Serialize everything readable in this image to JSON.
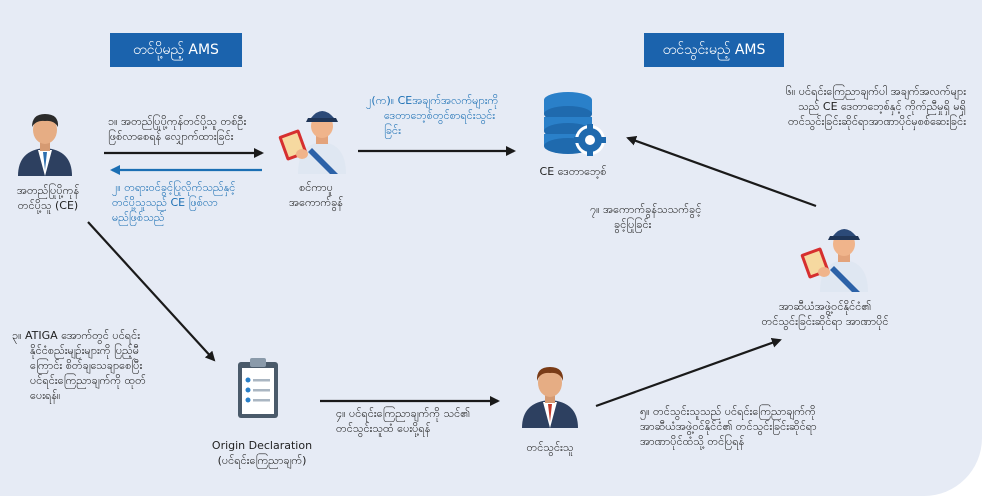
{
  "export_title": "တင်ပို့မည့် AMS",
  "import_title": "တင်သွင်းမည့် AMS",
  "nodes": {
    "exporter": [
      "အတည်ပြုပို့ကုန်",
      "တင်ပို့သူ (CE)"
    ],
    "issuing_authority": [
      "စင်ကာပူ",
      "အကောက်ခွန်"
    ],
    "ce_database": "CE ဒေတာဘေ့စ်",
    "origin_declaration": [
      "Origin Declaration",
      "(ပင်ရင်းကြေညာချက်)"
    ],
    "importer": "တင်သွင်းသူ",
    "import_customs": [
      "အာဆီယံအဖွဲ့ဝင်နိုင်ငံ၏",
      "တင်သွင်းခြင်းဆိုင်ရာ အာဏာပိုင်"
    ]
  },
  "steps": {
    "s1": [
      "၁။ အတည်ပြုပို့ကုန်တင်ပို့သူ တစ်ဦး",
      "ဖြစ်လာစေရန် လျှောက်ထားခြင်း"
    ],
    "s2b": [
      "၂။ တရားဝင်ခွင့်ပြုလိုက်သည်နှင့်",
      "တင်ပို့သူသည် CE ဖြစ်လာ",
      "မည်ဖြစ်သည်"
    ],
    "s2a": [
      "၂(က)။ CEအချက်အလက်များကို",
      "ဒေတာဘေ့စ်တွင်စာရင်းသွင်း",
      "ခြင်း"
    ],
    "s3": [
      "၃။ ATIGA အောက်တွင် ပင်ရင်း",
      "နိုင်ငံစည်းမျဉ်းများကို ပြည့်မီ",
      "ကြောင်း စိတ်ချသေချာစေပြီး",
      "ပင်ရင်းကြေညာချက်ကို ထုတ်",
      "ပေးရန်။"
    ],
    "s4": [
      "၄။ ပင်ရင်းကြေညာချက်ကို သင်၏",
      "တင်သွင်းသူထံ ပေးပို့ရန်"
    ],
    "s5": [
      "၅။ တင်သွင်းသူသည် ပင်ရင်းကြေညာချက်ကို",
      "အာဆီယံအဖွဲ့ဝင်နိုင်ငံ၏ တင်သွင်းခြင်းဆိုင်ရာ",
      "အာဏာပိုင်ထံသို့ တင်ပြရန်"
    ],
    "s6": [
      "၆။ ပင်ရင်းကြေညာချက်ပါ    အချက်အလက်များ",
      "သည်   CE  ဒေတာဘေ့စ်နှင့်  ကိုက်ညီမှုရှိ  မရှိ",
      "တင်သွင်းခြင်းဆိုင်ရာအာဏာပိုင်မှစစ်ဆေးခြင်း"
    ],
    "s7": [
      "၇။ အကောက်ခွန်သသက်ခွင့်",
      "ခွင့်ပြုခြင်း"
    ]
  },
  "colors": {
    "accent_blue": "#1b63ad",
    "panel_bg": "#e6ebf5",
    "arrow_dark": "#1a1a1a",
    "note_blue": "#1b6fb4"
  }
}
